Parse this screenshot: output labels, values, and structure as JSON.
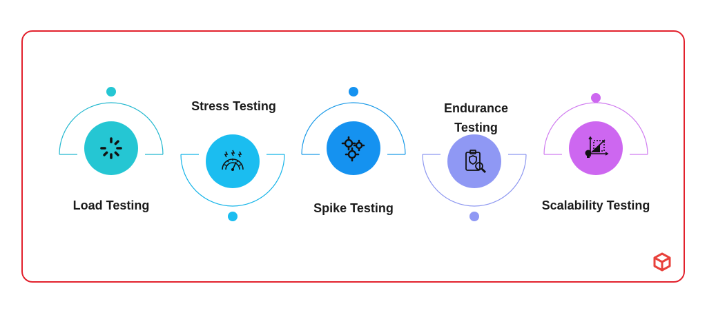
{
  "stages": [
    {
      "label": "Load Testing",
      "icon": "loading-spinner-icon",
      "color": "#25c6d3",
      "accent": "#22b8cf"
    },
    {
      "label": "Stress Testing",
      "icon": "speedometer-gauge-icon",
      "color": "#1bbdf0",
      "accent": "#12b3e8"
    },
    {
      "label": "Spike Testing",
      "icon": "gears-icon",
      "color": "#1592f0",
      "accent": "#1a9ae8"
    },
    {
      "label": "Endurance\nTesting",
      "icon": "clipboard-search-icon",
      "color": "#8f98f4",
      "accent": "#8c96f0"
    },
    {
      "label": "Scalability Testing",
      "icon": "scalability-chart-icon",
      "color": "#cd67f0",
      "accent": "#d07cf0"
    }
  ],
  "colors": {
    "frame": "#e2202c",
    "logo": "#e8413b"
  },
  "logo_icon": "brand-cube-logo-icon"
}
